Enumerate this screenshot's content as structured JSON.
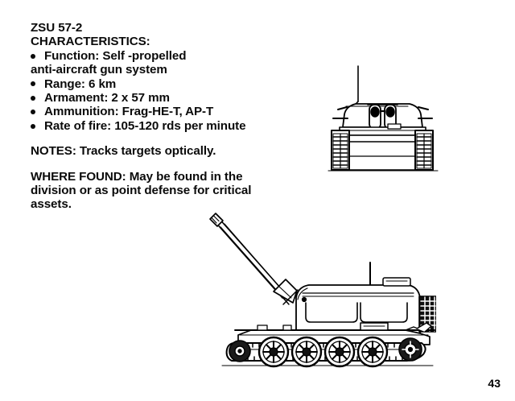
{
  "page": {
    "title": "ZSU 57-2",
    "page_number": "43",
    "background_color": "#ffffff",
    "ink_color": "#000000"
  },
  "content": {
    "heading": "ZSU 57-2",
    "section_label": "CHARACTERISTICS:",
    "characteristics": [
      {
        "bullet": true,
        "text": "Function:  Self -propelled"
      },
      {
        "bullet": false,
        "text": "anti-aircraft gun system"
      },
      {
        "bullet": true,
        "text": "Range: 6 km"
      },
      {
        "bullet": true,
        "text": "Armament:  2 x 57 mm"
      },
      {
        "bullet": true,
        "text": "Ammunition:  Frag-HE-T, AP-T"
      },
      {
        "bullet": true,
        "text": "Rate of fire:  105-120 rds per minute"
      }
    ],
    "notes": "NOTES:  Tracks targets optically.",
    "where_found": [
      "WHERE FOUND:  May be found in the",
      "division or as point defense for critical",
      "assets."
    ]
  },
  "figures": {
    "front_view": {
      "name": "zsu-57-2-front-view",
      "caption": "",
      "features": [
        "twin 57 mm gun barrels",
        "open-top turret",
        "antenna mast",
        "left track",
        "right track",
        "hull front plate"
      ]
    },
    "side_view": {
      "name": "zsu-57-2-side-view",
      "caption": "",
      "features": [
        "elevated twin gun barrels with muzzle brake",
        "open-top turret",
        "antenna mast",
        "rear mesh grille",
        "four road wheels",
        "front idler wheel",
        "rear drive sprocket",
        "track",
        "ground line"
      ]
    }
  }
}
